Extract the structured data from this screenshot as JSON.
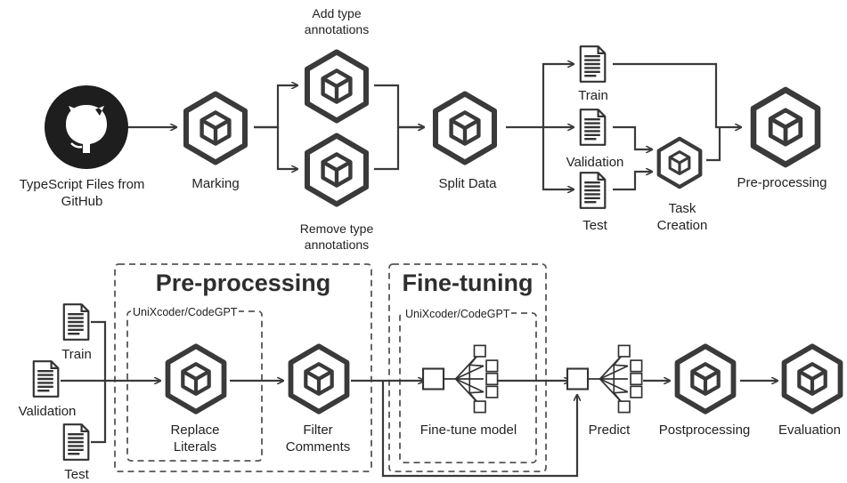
{
  "top_flow": {
    "source": [
      "TypeScript Files from",
      "GitHub"
    ],
    "marking": "Marking",
    "add_types": [
      "Add type",
      "annotations"
    ],
    "remove_types": [
      "Remove type",
      "annotations"
    ],
    "split": "Split Data",
    "train": "Train",
    "validation": "Validation",
    "test": "Test",
    "task_creation": [
      "Task",
      "Creation"
    ],
    "preprocessing": "Pre-processing"
  },
  "bottom_flow": {
    "train": "Train",
    "validation": "Validation",
    "test": "Test",
    "preprocessing_group": "Pre-processing",
    "finetuning_group": "Fine-tuning",
    "model_label_1": "UniXcoder/CodeGPT",
    "model_label_2": "UniXcoder/CodeGPT",
    "replace_literals": [
      "Replace",
      "Literals"
    ],
    "filter_comments": [
      "Filter",
      "Comments"
    ],
    "finetune_model": "Fine-tune model",
    "predict": "Predict",
    "postprocessing": "Postprocessing",
    "evaluation": "Evaluation"
  },
  "colors": {
    "stroke": "#3a3a3a",
    "text": "#222222",
    "background": "#ffffff"
  },
  "icons": [
    "github-icon",
    "cube-icon",
    "document-icon",
    "neural-network-icon"
  ]
}
